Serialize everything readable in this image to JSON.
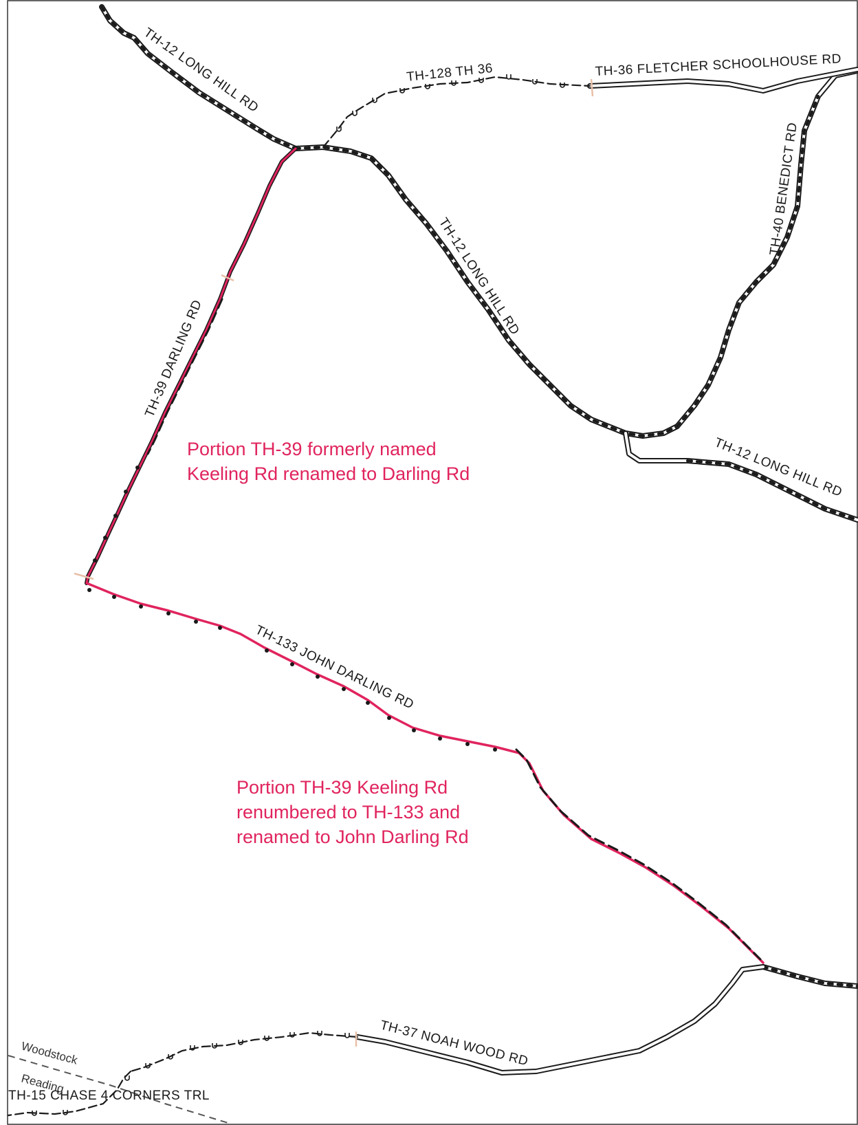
{
  "colors": {
    "road": "#1a1a1a",
    "highlight": "#e0245e",
    "marker": "#e8c0a8",
    "boundary": "#555555"
  },
  "labels": {
    "th12_nw": "TH-12 LONG HILL RD",
    "th128": "TH-128 TH 36",
    "th36": "TH-36 FLETCHER SCHOOLHOUSE RD",
    "th40": "TH-40 BENEDICT RD",
    "th12_mid": "TH-12 LONG HILL RD",
    "th12_east": "TH-12 LONG HILL RD",
    "th39": "TH-39 DARLING RD",
    "th133": "TH-133 JOHN DARLING RD",
    "th37": "TH-37 NOAH WOOD RD",
    "th15": "TH-15 CHASE 4 CORNERS TRL",
    "woodstock": "Woodstock",
    "reading": "Reading"
  },
  "notes": {
    "note1_line1": "Portion TH-39 formerly named",
    "note1_line2": "Keeling Rd renamed to Darling Rd",
    "note2_line1": "Portion TH-39 Keeling Rd",
    "note2_line2": "renumbered to TH-133 and",
    "note2_line3": "renamed to John Darling Rd"
  }
}
